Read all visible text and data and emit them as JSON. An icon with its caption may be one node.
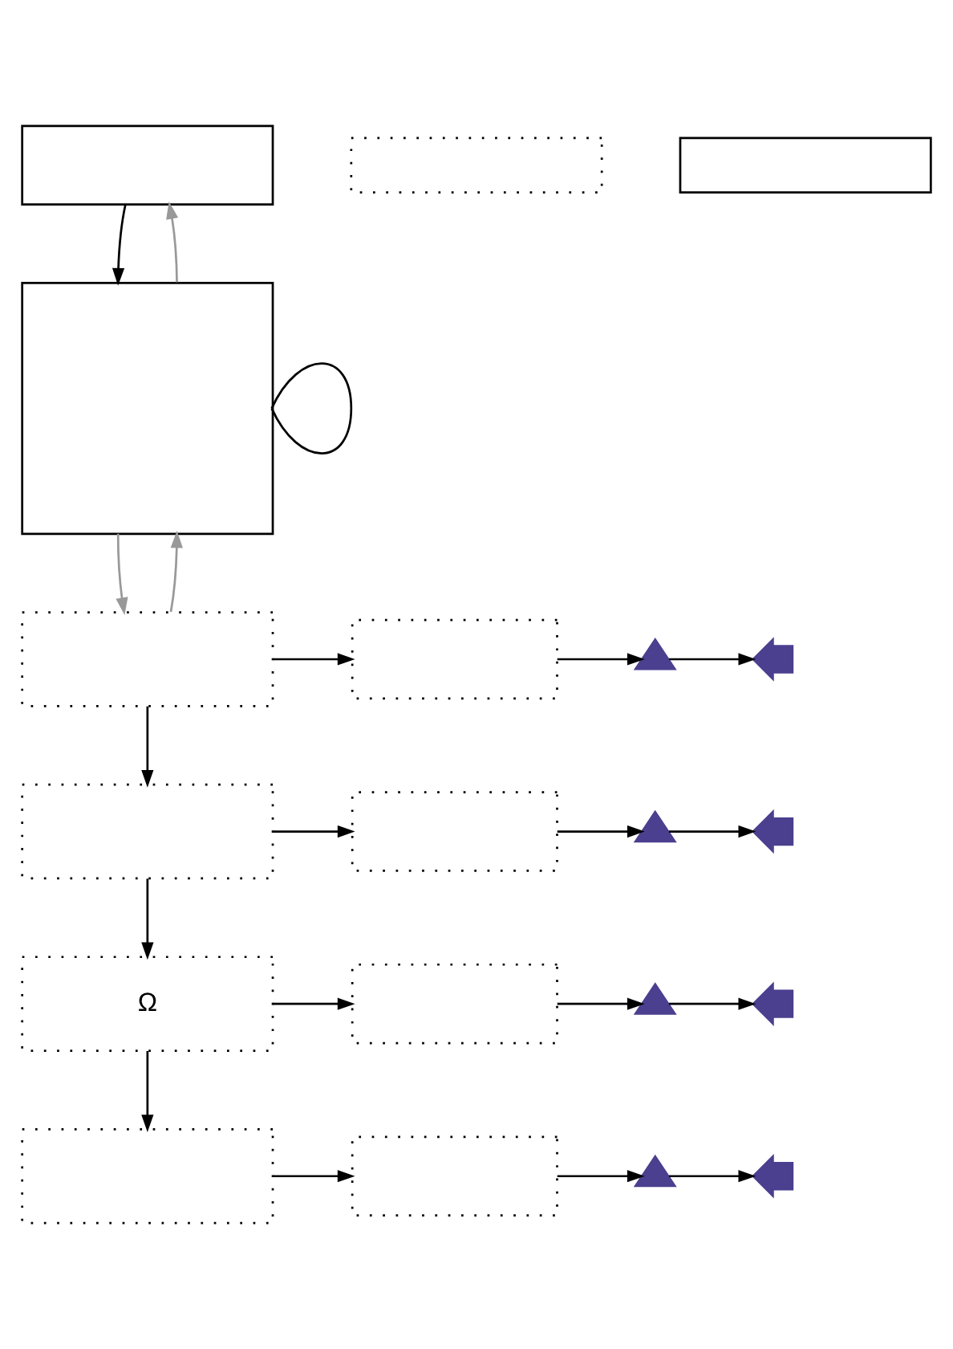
{
  "diagram": {
    "nodes": [
      {
        "text": [],
        "shape": "box"
      },
      {
        "text": [],
        "shape": "box"
      },
      {
        "text": [],
        "shape": "box"
      },
      {
        "text": [],
        "shape": "box"
      },
      {
        "text": [],
        "shape": "triangle"
      },
      {
        "text": [],
        "shape": "arrow"
      },
      {
        "text": [],
        "shape": "box"
      },
      {
        "text": [],
        "shape": "box"
      },
      {
        "text": [],
        "shape": "triangle"
      },
      {
        "text": [],
        "shape": "arrow"
      },
      {
        "text": [
          "Ω"
        ]
      },
      {
        "text": [],
        "shape": "box"
      },
      {
        "text": [],
        "shape": "triangle"
      },
      {
        "text": [],
        "shape": "arrow"
      },
      {
        "text": [],
        "shape": "box"
      },
      {
        "text": [],
        "shape": "box"
      },
      {
        "text": [],
        "shape": "triangle"
      },
      {
        "text": [],
        "shape": "arrow"
      },
      {
        "text": [],
        "shape": "box"
      },
      {
        "text": [],
        "shape": "box"
      }
    ],
    "edges": [
      {
        "from": 1,
        "to": 0,
        "arrow": "to",
        "color": "#999999"
      },
      {
        "from": 0,
        "to": 1,
        "arrow": "to"
      },
      {
        "from": 1,
        "to": 1,
        "arrow": "none"
      },
      {
        "from": 1,
        "to": 2,
        "arrow": "to",
        "color": "#999999"
      },
      {
        "from": 2,
        "to": 1,
        "arrow": "to",
        "color": "#999999"
      },
      {
        "from": 2,
        "to": 3,
        "arrow": "to"
      },
      {
        "from": 3,
        "to": 4,
        "arrow": "to"
      },
      {
        "from": 4,
        "to": 5,
        "arrow": "to"
      },
      {
        "from": 2,
        "to": 6,
        "arrow": "to"
      },
      {
        "from": 6,
        "to": 7,
        "arrow": "to"
      },
      {
        "from": 7,
        "to": 8,
        "arrow": "to"
      },
      {
        "from": 8,
        "to": 9,
        "arrow": "to"
      },
      {
        "from": 6,
        "to": 10,
        "arrow": "to"
      },
      {
        "from": 10,
        "to": 11,
        "arrow": "to"
      },
      {
        "from": 11,
        "to": 12,
        "arrow": "to"
      },
      {
        "from": 12,
        "to": 13,
        "arrow": "to"
      },
      {
        "from": 10,
        "to": 14,
        "arrow": "to"
      },
      {
        "from": 14,
        "to": 15,
        "arrow": "to"
      },
      {
        "from": 15,
        "to": 16,
        "arrow": "to"
      },
      {
        "from": 16,
        "to": 17,
        "arrow": "to"
      }
    ]
  }
}
